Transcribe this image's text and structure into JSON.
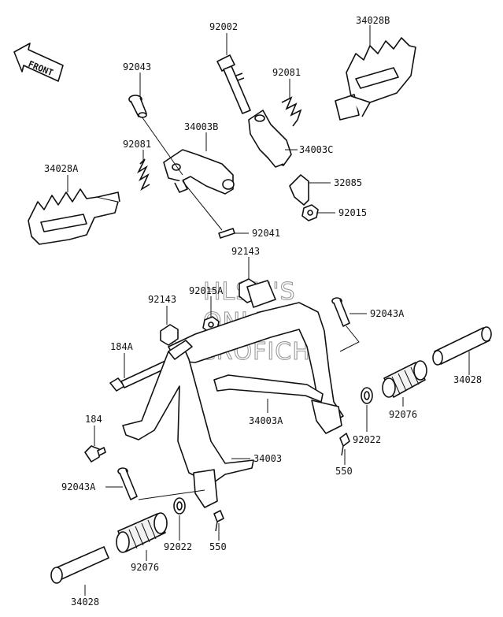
{
  "front_label": "FRONT",
  "watermark": [
    "HLSM'S",
    "ONLINE",
    "MICROFICHE"
  ],
  "parts": [
    {
      "id": "p92002",
      "label": "92002"
    },
    {
      "id": "p34028B",
      "label": "34028B"
    },
    {
      "id": "p92043_top",
      "label": "92043"
    },
    {
      "id": "p92081_right",
      "label": "92081"
    },
    {
      "id": "p34003B",
      "label": "34003B"
    },
    {
      "id": "p34003C",
      "label": "34003C"
    },
    {
      "id": "p92081_left",
      "label": "92081"
    },
    {
      "id": "p34028A",
      "label": "34028A"
    },
    {
      "id": "p32085",
      "label": "32085"
    },
    {
      "id": "p92015",
      "label": "92015"
    },
    {
      "id": "p92041",
      "label": "92041"
    },
    {
      "id": "p92143_top",
      "label": "92143"
    },
    {
      "id": "p92015A",
      "label": "92015A"
    },
    {
      "id": "p92143_left",
      "label": "92143"
    },
    {
      "id": "p92043A_right",
      "label": "92043A"
    },
    {
      "id": "p184A",
      "label": "184A"
    },
    {
      "id": "p34028_right",
      "label": "34028"
    },
    {
      "id": "p34003A",
      "label": "34003A"
    },
    {
      "id": "p92076_right",
      "label": "92076"
    },
    {
      "id": "p184",
      "label": "184"
    },
    {
      "id": "p92022_right",
      "label": "92022"
    },
    {
      "id": "p34003",
      "label": "34003"
    },
    {
      "id": "p550_right",
      "label": "550"
    },
    {
      "id": "p92043A_left",
      "label": "92043A"
    },
    {
      "id": "p92022_left",
      "label": "92022"
    },
    {
      "id": "p550_left",
      "label": "550"
    },
    {
      "id": "p92076_left",
      "label": "92076"
    },
    {
      "id": "p34028_left",
      "label": "34028"
    }
  ]
}
